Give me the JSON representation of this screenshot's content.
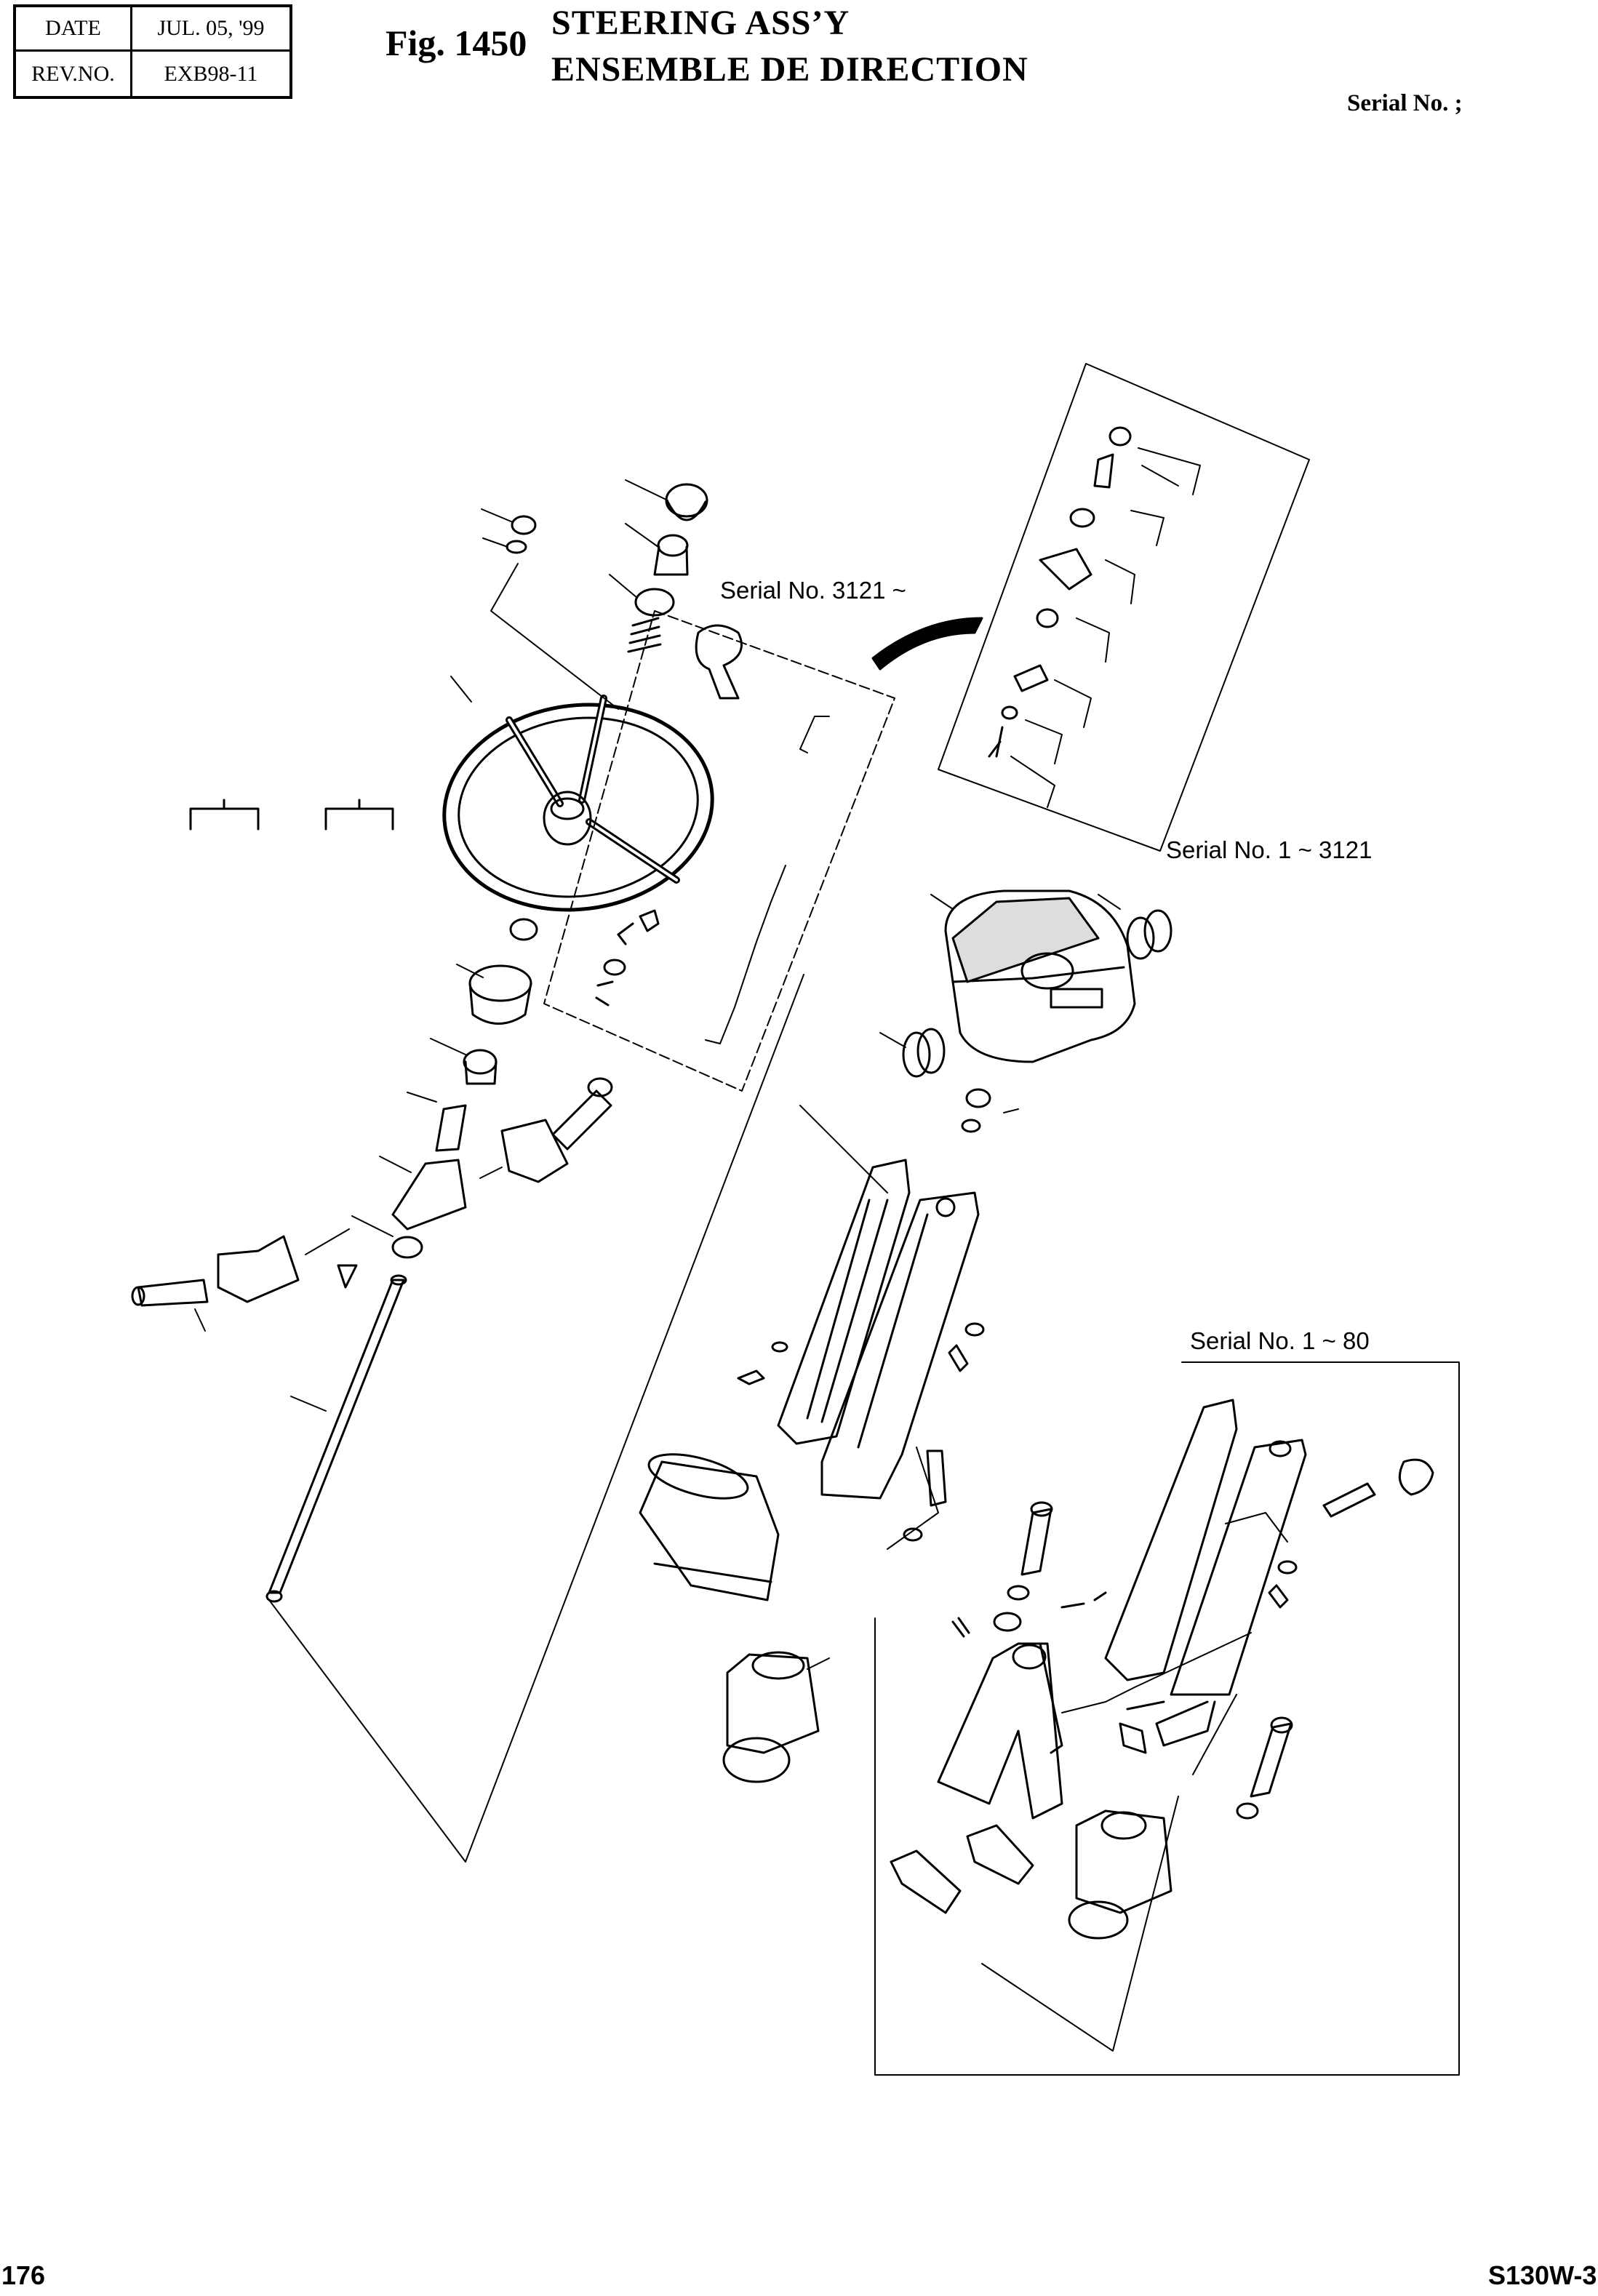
{
  "header": {
    "date_label": "DATE",
    "date_value": "JUL. 05, '99",
    "rev_label": "REV.NO.",
    "rev_value": "EXB98-11",
    "fig_number": "Fig. 1450",
    "title_en": "STEERING ASS’Y",
    "title_fr": "ENSEMBLE DE DIRECTION",
    "serial": "Serial No. ;"
  },
  "callouts": {
    "serial_3121_up": "Serial No. 3121 ~",
    "serial_1_3121": "Serial No. 1 ~ 3121",
    "serial_1_80": "Serial No. 1 ~ 80"
  },
  "footer": {
    "page_number": "176",
    "model": "S130W-3"
  }
}
